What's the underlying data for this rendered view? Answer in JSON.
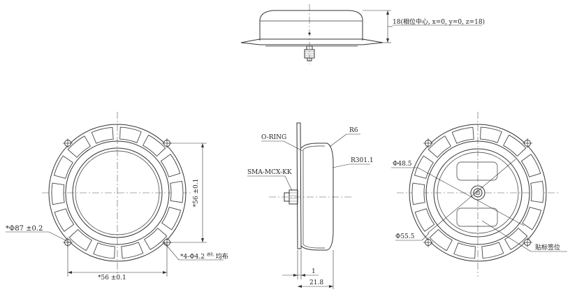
{
  "labels": {
    "height_dim": "18(相位中心, x=0, y=0, z=18)",
    "o_ring": "O-RING",
    "r6": "R6",
    "r301": "R301.1",
    "sma": "SMA-MCX-KK",
    "dia87": "*Φ87 ±0.2",
    "dim56_h": "*56 ±0.1",
    "dim56_v": "*56 ±0.1",
    "holes_main": "*4-Φ4.2",
    "holes_sup": "通孔",
    "holes_tail": "均布",
    "dim_1": "1",
    "dim_21_8": "21.8",
    "dia48_5": "Φ48.5",
    "dia55_5": "Φ55.5",
    "sticker": "贴标签位"
  },
  "colors": {
    "line": "#333333",
    "background": "#ffffff"
  }
}
